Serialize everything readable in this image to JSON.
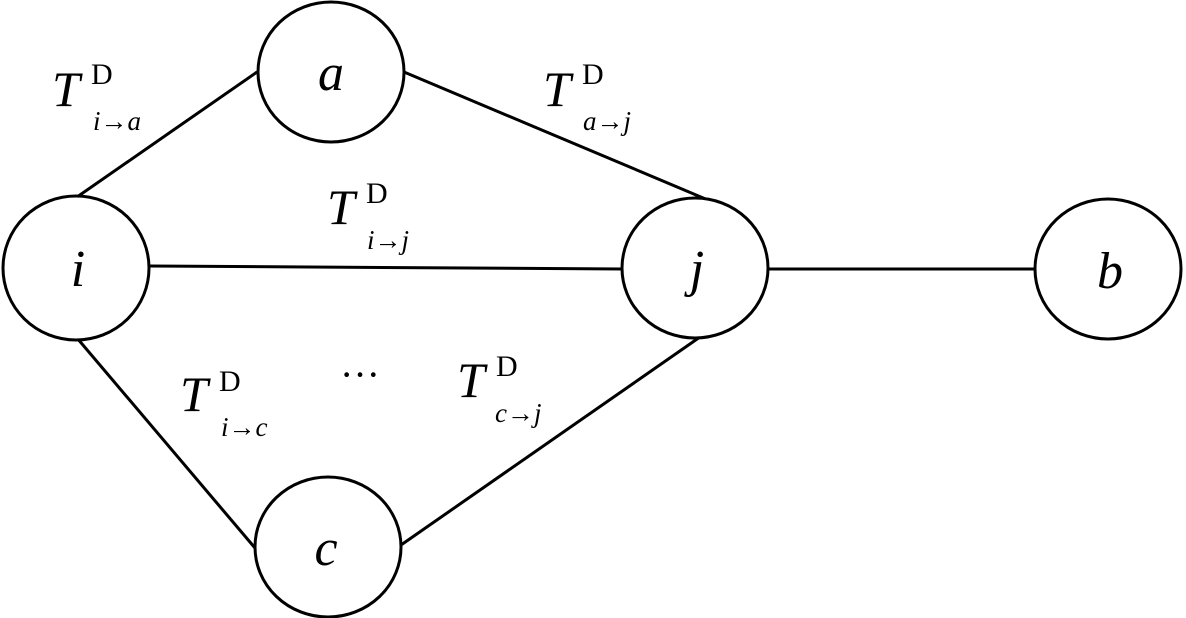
{
  "nodes": {
    "i": {
      "label": "i"
    },
    "a": {
      "label": "a"
    },
    "j": {
      "label": "j"
    },
    "c": {
      "label": "c"
    },
    "b": {
      "label": "b"
    }
  },
  "edge_labels": {
    "i_a": {
      "main": "T",
      "sup": "D",
      "sub_from": "i",
      "arrow": "→",
      "sub_to": "a"
    },
    "a_j": {
      "main": "T",
      "sup": "D",
      "sub_from": "a",
      "arrow": "→",
      "sub_to": "j"
    },
    "i_j": {
      "main": "T",
      "sup": "D",
      "sub_from": "i",
      "arrow": "→",
      "sub_to": "j"
    },
    "i_c": {
      "main": "T",
      "sup": "D",
      "sub_from": "i",
      "arrow": "→",
      "sub_to": "c"
    },
    "c_j": {
      "main": "T",
      "sup": "D",
      "sub_from": "c",
      "arrow": "→",
      "sub_to": "j"
    }
  },
  "ellipsis": "···"
}
